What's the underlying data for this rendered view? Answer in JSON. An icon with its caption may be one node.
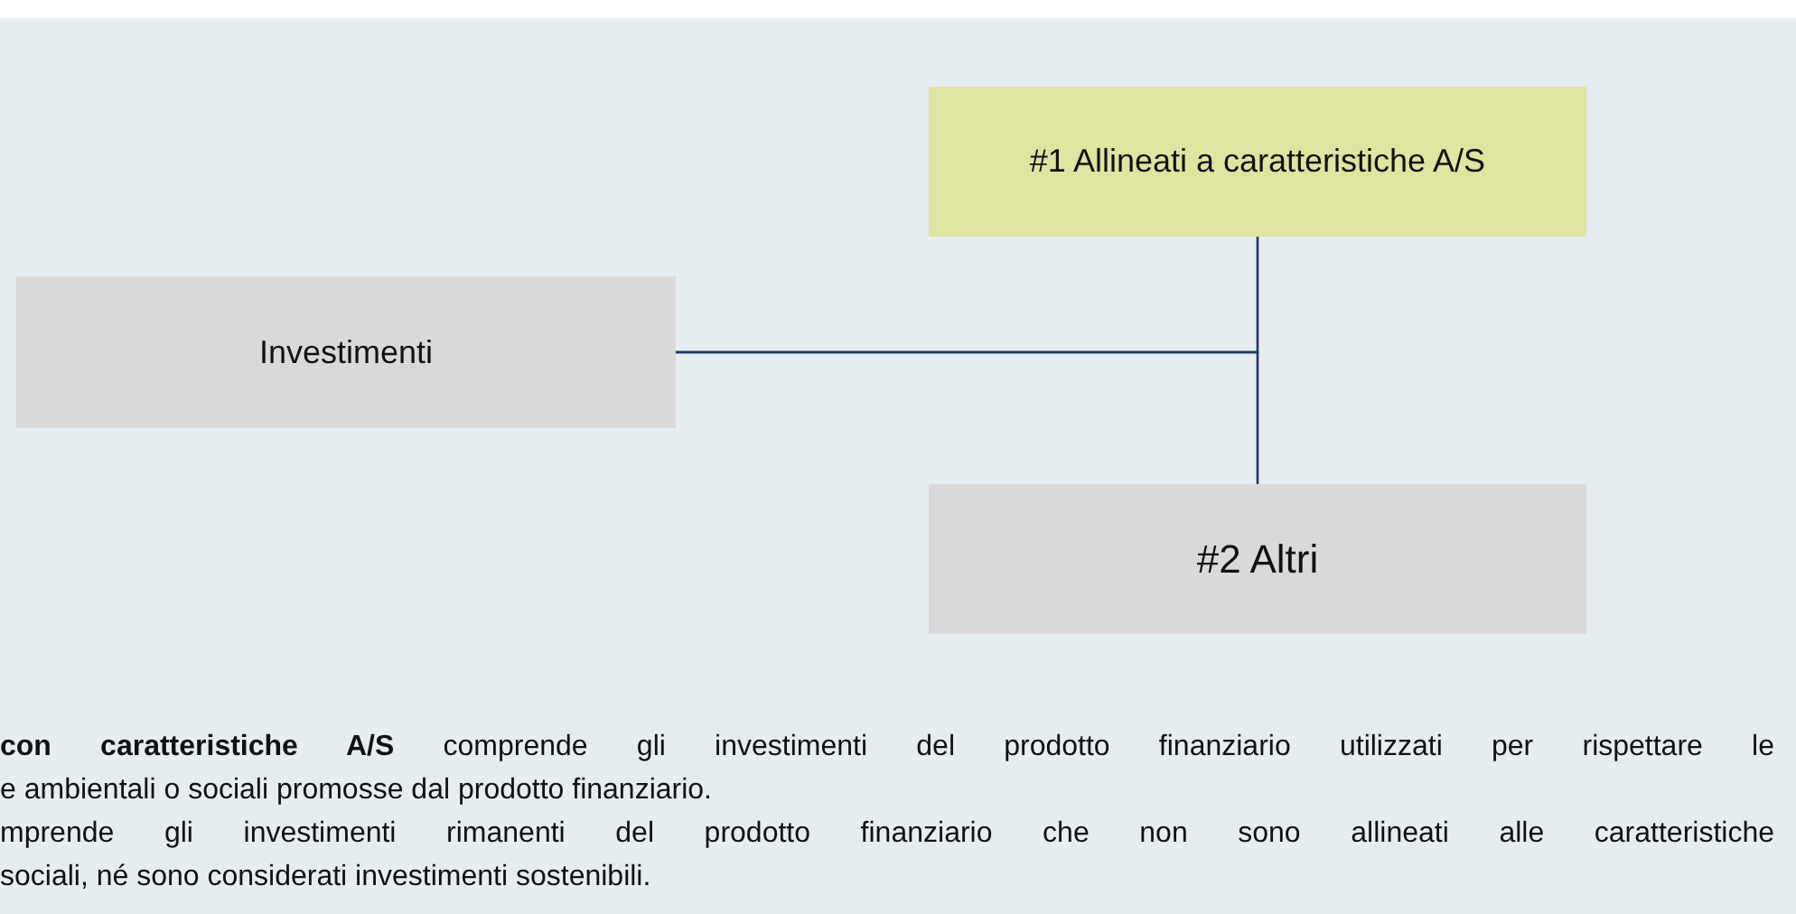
{
  "diagram": {
    "nodes": [
      {
        "text": [
          "Investimenti"
        ]
      },
      {
        "text": [
          "#1 Allineati a caratteristiche A/S"
        ]
      },
      {
        "text": [
          "#2 Altri"
        ]
      }
    ],
    "edges": [
      {
        "from": 0,
        "to": 1,
        "arrow": "none"
      },
      {
        "from": 0,
        "to": 2,
        "arrow": "none"
      }
    ],
    "labels": [
      "**con caratteristiche A/S** comprende gli investimenti del prodotto finanziario utilizzati per rispettare le",
      "e ambientali o sociali promosse dal prodotto finanziario.",
      "mprende gli investimenti rimanenti del prodotto finanziario che non sono allineati alle caratteristiche",
      "sociali, né sono considerati investimenti sostenibili."
    ]
  }
}
